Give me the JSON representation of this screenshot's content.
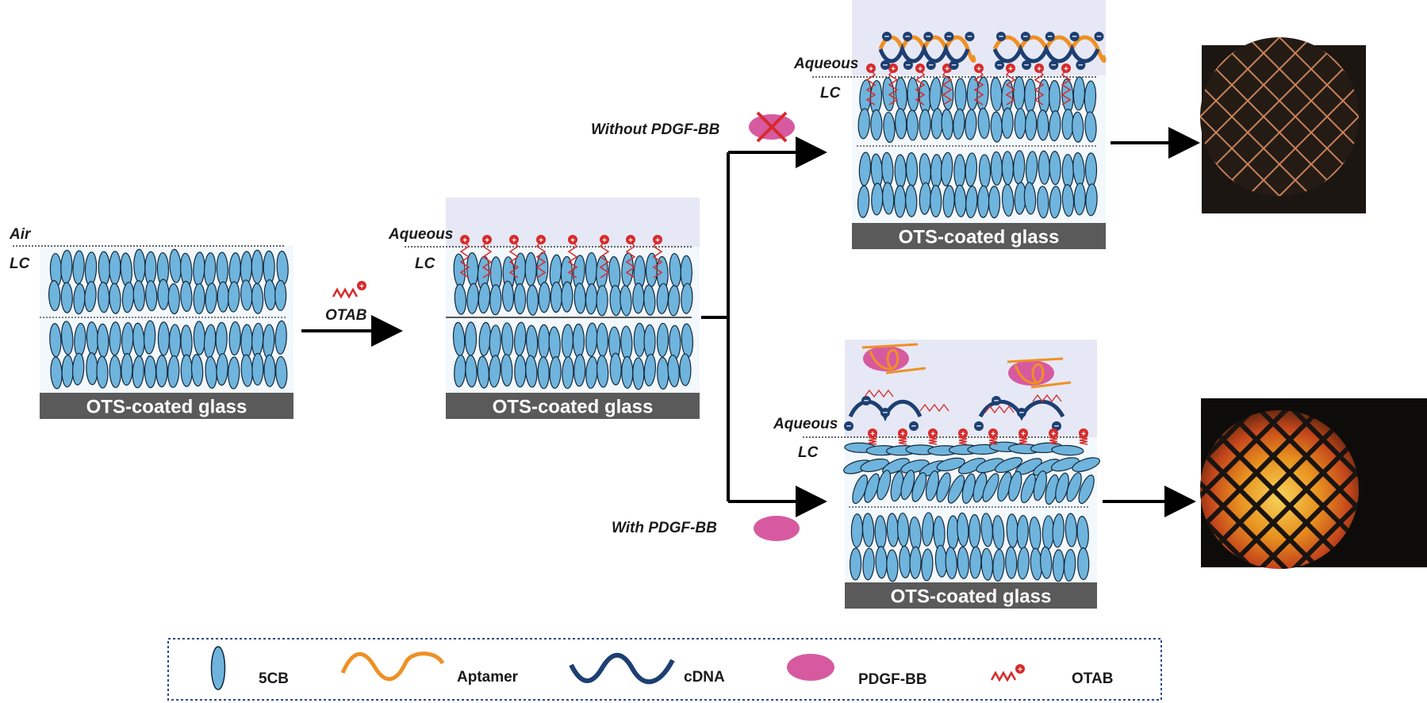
{
  "labels": {
    "air": "Air",
    "lc": "LC",
    "aqueous": "Aqueous",
    "otab": "OTAB",
    "without": "Without PDGF-BB",
    "with": "With PDGF-BB",
    "glass": "OTS-coated glass"
  },
  "legend": [
    {
      "icon": "5cb-icon",
      "label": "5CB"
    },
    {
      "icon": "aptamer-icon",
      "label": "Aptamer"
    },
    {
      "icon": "cdna-icon",
      "label": "cDNA"
    },
    {
      "icon": "pdgf-bb-icon",
      "label": "PDGF-BB"
    },
    {
      "icon": "otab-icon",
      "label": "OTAB"
    }
  ],
  "colors": {
    "lc_fill": "#6fb4dc",
    "lc_bg": "#f2f8fc",
    "aqueous_bg": "#e6e8f5",
    "glass": "#5a5a5a",
    "aptamer": "#ee9024",
    "cdna": "#1d3f72",
    "pdgf": "#d75aa0",
    "otab": "#d62b2b"
  }
}
